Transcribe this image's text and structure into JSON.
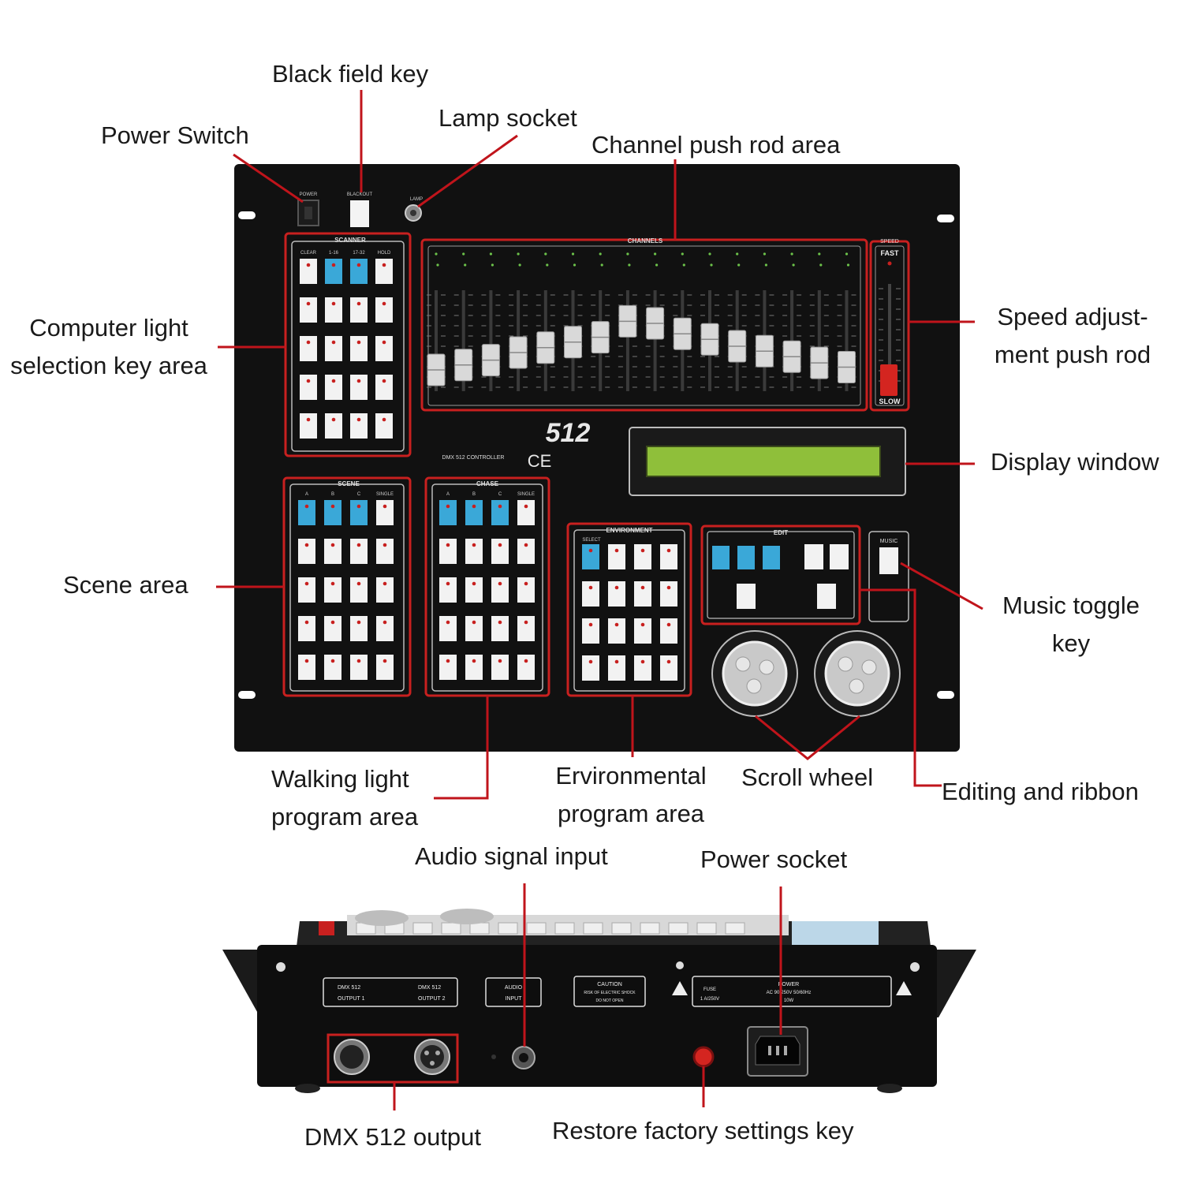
{
  "callouts": {
    "black_field_key": "Black field key",
    "power_switch": "Power Switch",
    "lamp_socket": "Lamp socket",
    "channel_push_rod_area": "Channel push rod area",
    "computer_light_selection": [
      "Computer light",
      "selection key area"
    ],
    "speed_adjustment": [
      "Speed adjust-",
      "ment push rod"
    ],
    "display_window": "Display window",
    "scene_area": "Scene area",
    "music_toggle_key": [
      "Music toggle",
      "key"
    ],
    "walking_light_program": [
      "Walking light",
      "program area"
    ],
    "environmental_program": [
      "Ervironmental",
      "program area"
    ],
    "scroll_wheel": "Scroll wheel",
    "editing_and_ribbon": "Editing and ribbon",
    "audio_signal_input": "Audio signal input",
    "power_socket": "Power socket",
    "dmx_512_output": "DMX 512 output",
    "restore_factory_settings_key": "Restore factory settings key"
  },
  "panel": {
    "model": "512",
    "subtitle": "DMX 512 CONTROLLER",
    "ce_mark": "CE",
    "power_label": "POWER",
    "blackout_label": "BLACKOUT",
    "lamp_label": "LAMP",
    "channels_label": "CHANNELS",
    "speed_label": "SPEED",
    "fast_label": "FAST",
    "slow_label": "SLOW",
    "scanner_label": "SCANNER",
    "scene_label": "SCENE",
    "chase_label": "CHASE",
    "environment_label": "ENVIRONMENT",
    "edit_label": "EDIT",
    "music_label": "MUSIC",
    "select_label": "SELECT",
    "scanner_headers": [
      "CLEAR",
      "1-16",
      "17-32",
      "HOLD"
    ],
    "abc_headers": [
      "A",
      "B",
      "C",
      "SINGLE"
    ],
    "fader_levels": [
      0.08,
      0.15,
      0.22,
      0.33,
      0.4,
      0.48,
      0.55,
      0.78,
      0.75,
      0.6,
      0.52,
      0.42,
      0.35,
      0.27,
      0.18,
      0.12
    ]
  },
  "back_panel": {
    "output_label": [
      "DMX 512",
      "OUTPUT 1"
    ],
    "output2_label": [
      "DMX 512",
      "OUTPUT 2"
    ],
    "audio_label": [
      "AUDIO",
      "INPUT"
    ],
    "caution_label": [
      "CAUTION",
      "RISK OF ELECTRIC SHOCK",
      "DO NOT OPEN"
    ],
    "power_label": [
      "POWER",
      "AC 90-250V 50/60Hz",
      "10W"
    ],
    "fuse_label": [
      "FUSE",
      "1 A/250V"
    ]
  },
  "colors": {
    "panel": "#111111",
    "accent_red": "#c8201f",
    "key_blue": "#3aa8d8",
    "key_white": "#f2f2f2",
    "lcd_green": "#8fbf3a",
    "callout_line": "#c0141b"
  }
}
